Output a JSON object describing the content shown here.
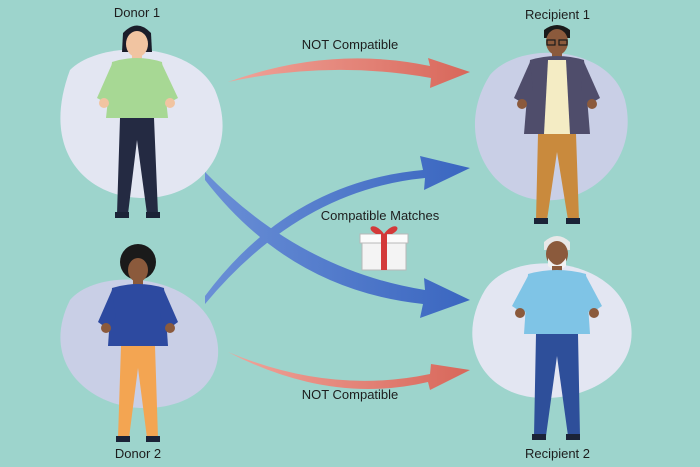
{
  "people": {
    "donor1": "Donor 1",
    "donor2": "Donor 2",
    "recipient1": "Recipient 1",
    "recipient2": "Recipient 2"
  },
  "arrows": {
    "top": "NOT Compatible",
    "bottom": "NOT Compatible",
    "middle": "Compatible Matches"
  },
  "colors": {
    "background": "#9dd4cc",
    "blob": "#c9cfe6",
    "blob_light": "#e3e6f2",
    "incompatible_arrow": "#e07f72",
    "compatible_arrow": "#3f6fc2"
  },
  "icons": {
    "middle": "gift-icon"
  }
}
